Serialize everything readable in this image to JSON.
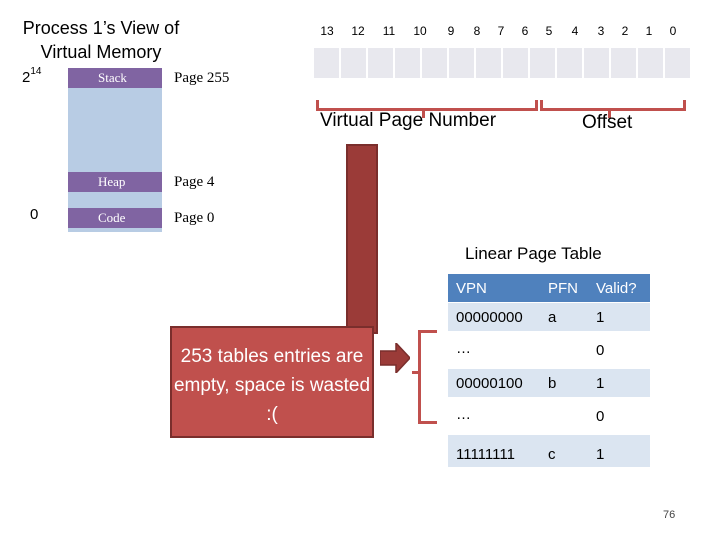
{
  "title": "Process 1’s View of Virtual Memory",
  "address_labels": {
    "top_base": "2",
    "top_exp": "14",
    "bottom": "0"
  },
  "segments": [
    {
      "name": "Stack",
      "page": "Page 255"
    },
    {
      "name": "Heap",
      "page": "Page 4"
    },
    {
      "name": "Code",
      "page": "Page 0"
    }
  ],
  "bits": [
    "13",
    "12",
    "11",
    "10",
    "9",
    "8",
    "7",
    "6",
    "5",
    "4",
    "3",
    "2",
    "1",
    "0"
  ],
  "virtual_page_number_label": "Virtual Page Number",
  "offset_label": "Offset",
  "callout": "253 tables entries are empty, space is wasted :(",
  "table": {
    "title": "Linear Page Table",
    "headers": [
      "VPN",
      "PFN",
      "Valid?"
    ],
    "rows": [
      [
        "00000000",
        "a",
        "1"
      ],
      [
        "…",
        "",
        "0"
      ],
      [
        "00000100",
        "b",
        "1"
      ],
      [
        "…",
        "",
        "0"
      ],
      [
        "11111111",
        "c",
        "1"
      ]
    ]
  },
  "page_number": "76",
  "colors": {
    "accent_red": "#c0504d",
    "segment_purple": "#8064a2",
    "memory_blue": "#b8cce4",
    "table_header": "#4f81bd"
  }
}
